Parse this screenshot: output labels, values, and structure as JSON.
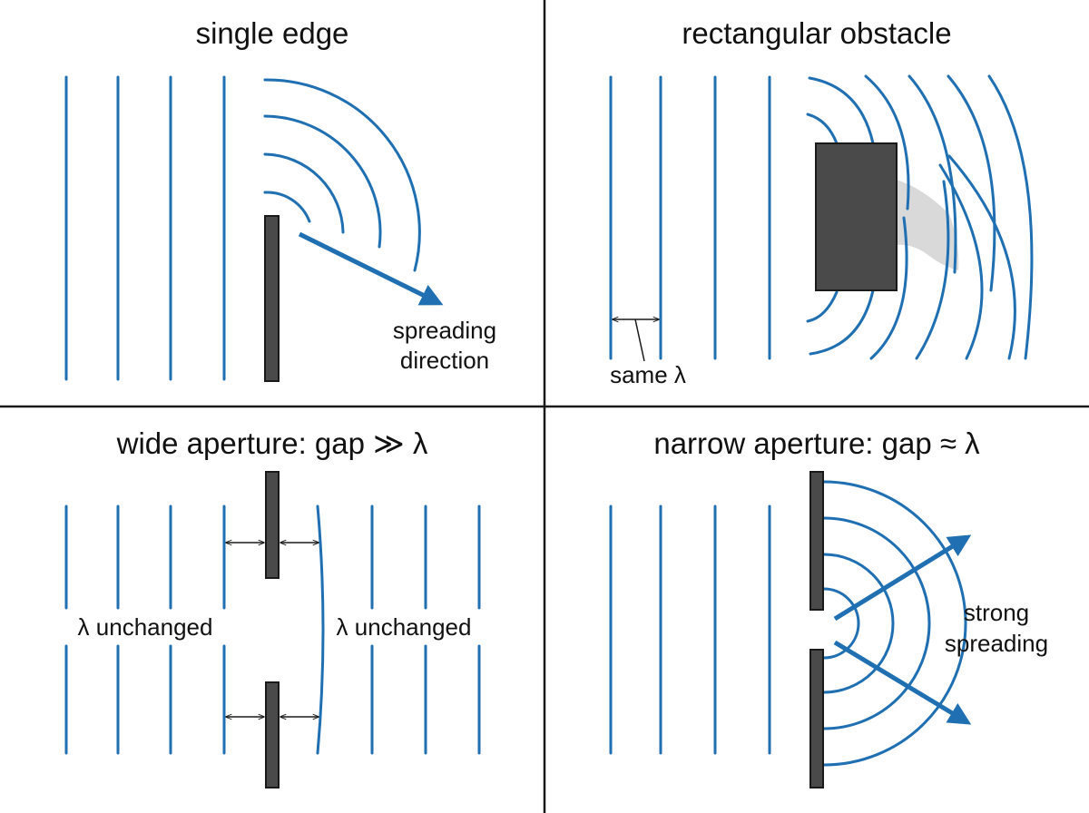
{
  "colors": {
    "wave": "#1f6fb2",
    "barrier": "#4a4a4a",
    "arrow": "#1f6fb2",
    "shadow": "#d9d9d9",
    "divider": "#1a1a1a"
  },
  "panels": {
    "single_edge": {
      "title": "single edge",
      "arrow_label_line1": "spreading",
      "arrow_label_line2": "direction"
    },
    "rect_obstacle": {
      "title": "rectangular obstacle",
      "wavelength_label": "same λ"
    },
    "wide_aperture": {
      "title": "wide aperture: gap ≫ λ",
      "left_label": "λ unchanged",
      "right_label": "λ unchanged"
    },
    "narrow_aperture": {
      "title": "narrow aperture: gap ≈ λ",
      "label_line1": "strong",
      "label_line2": "spreading"
    }
  }
}
